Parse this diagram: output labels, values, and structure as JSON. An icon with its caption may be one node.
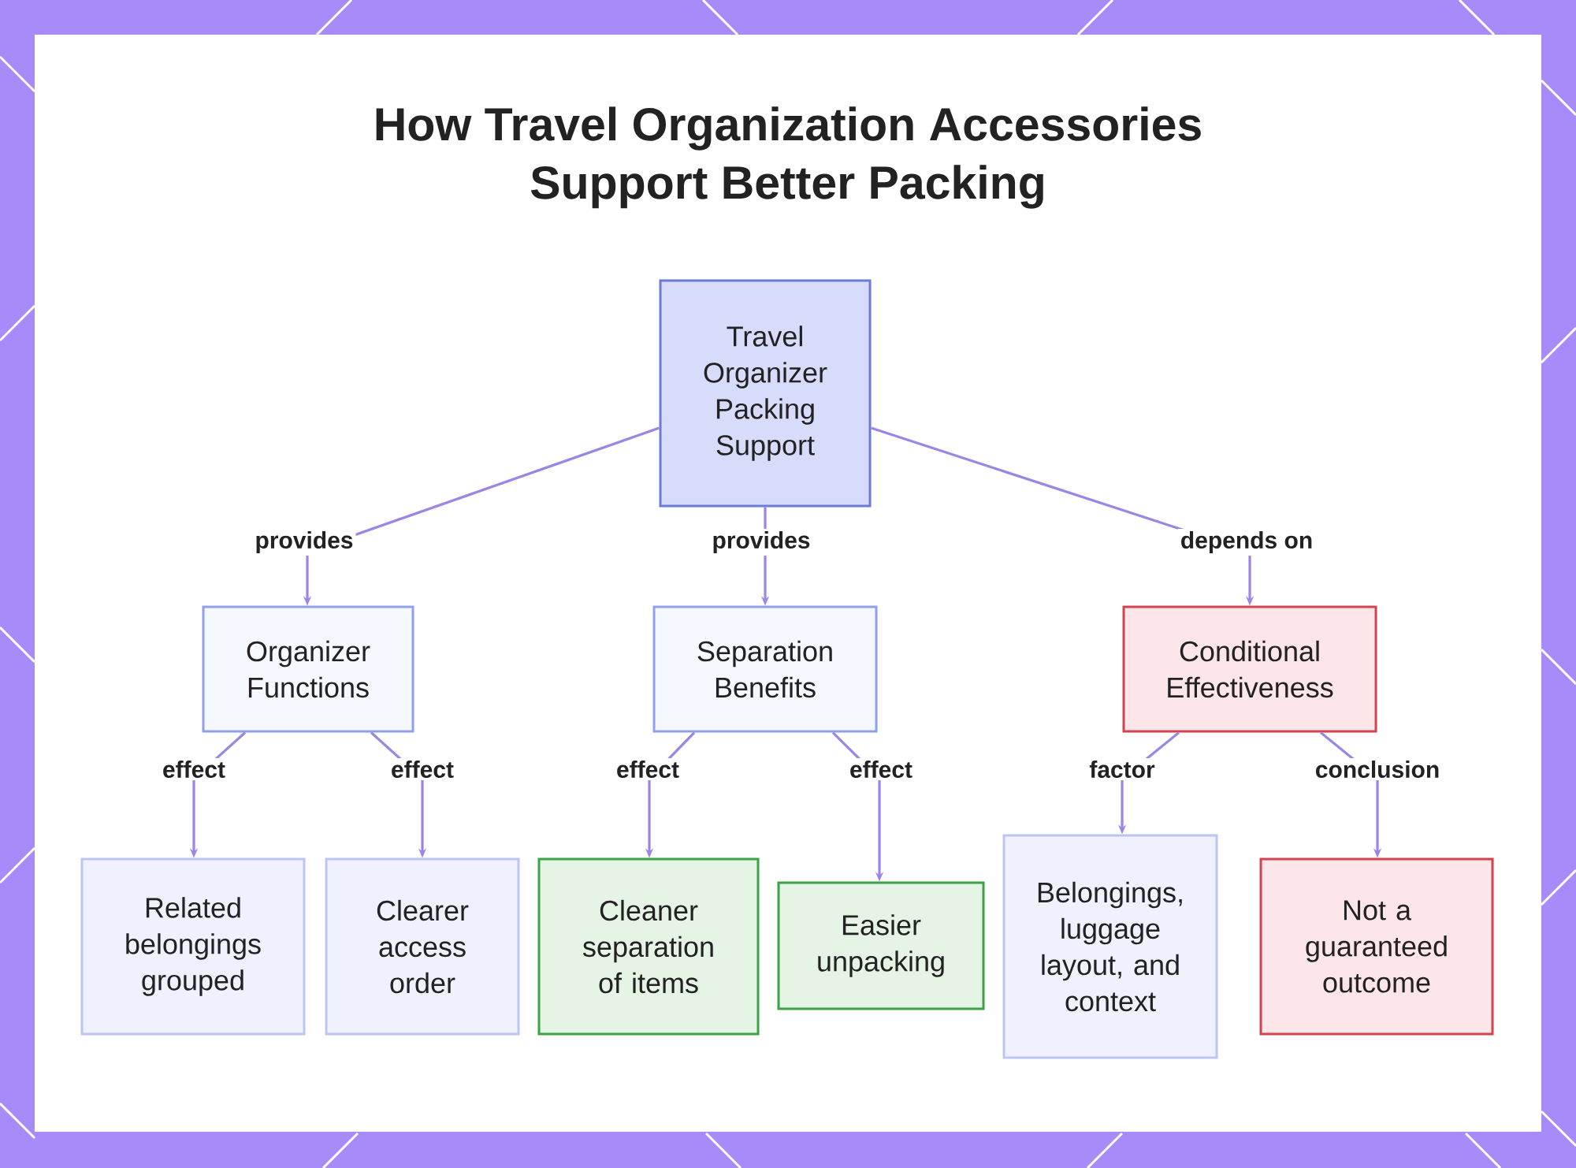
{
  "diagram": {
    "title": "How Travel Organization Accessories Support Better Packing",
    "nodes": [
      {
        "text": [
          "Travel Organizer Packing Support"
        ]
      },
      {
        "text": [
          "Organizer Functions"
        ]
      },
      {
        "text": [
          "Separation Benefits"
        ]
      },
      {
        "text": [
          "Conditional Effectiveness"
        ]
      },
      {
        "text": [
          "Related belongings grouped"
        ]
      },
      {
        "text": [
          "Clearer access order"
        ]
      },
      {
        "text": [
          "Cleaner separation of items"
        ]
      },
      {
        "text": [
          "Easier unpacking"
        ]
      },
      {
        "text": [
          "Belongings, luggage layout, and context"
        ]
      },
      {
        "text": [
          "Not a guaranteed outcome"
        ]
      }
    ],
    "edges": [
      {
        "from": 0,
        "to": 1,
        "arrow": "to",
        "label": "provides"
      },
      {
        "from": 0,
        "to": 2,
        "arrow": "to",
        "label": "provides"
      },
      {
        "from": 0,
        "to": 3,
        "arrow": "to",
        "label": "depends on"
      },
      {
        "from": 1,
        "to": 4,
        "arrow": "to",
        "label": "effect"
      },
      {
        "from": 1,
        "to": 5,
        "arrow": "to",
        "label": "effect"
      },
      {
        "from": 2,
        "to": 6,
        "arrow": "to",
        "label": "effect"
      },
      {
        "from": 2,
        "to": 7,
        "arrow": "to",
        "label": "effect"
      },
      {
        "from": 3,
        "to": 8,
        "arrow": "to",
        "label": "factor"
      },
      {
        "from": 3,
        "to": 9,
        "arrow": "to",
        "label": "conclusion"
      }
    ]
  }
}
